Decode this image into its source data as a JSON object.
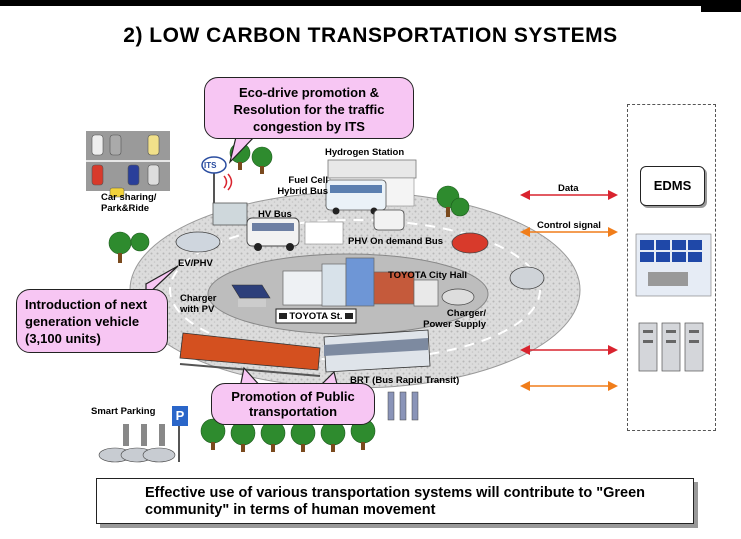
{
  "title": "2) LOW CARBON TRANSPORTATION SYSTEMS",
  "callouts": {
    "its": "Eco-drive promotion & Resolution for the traffic congestion by ITS",
    "vehicle": "Introduction of next generation vehicle (3,100 units)",
    "public": "Promotion of Public transportation"
  },
  "labels": {
    "its_sign": "ITS",
    "car_sharing": "Car sharing/ Park&Ride",
    "fuel_cell_bus": "Fuel Cell Hybrid Bus",
    "hydrogen_station": "Hydrogen Station",
    "hv_bus": "HV Bus",
    "phv_bus": "PHV On demand Bus",
    "ev_phv": "EV/PHV",
    "charger_pv": "Charger with PV",
    "toyota_st": "TOYOTA St.",
    "city_hall": "TOYOTA City Hall",
    "charger_supply": "Charger/ Power Supply",
    "brt": "BRT (Bus Rapid Transit)",
    "smart_parking": "Smart Parking",
    "parking_sign": "P",
    "data": "Data",
    "control_signal": "Control signal",
    "edms": "EDMS"
  },
  "footer": "Effective use of various transportation systems will contribute to \"Green community\" in terms of human movement",
  "colors": {
    "callout_fill": "#f7c6f3",
    "data_arrow": "#d9232e",
    "control_arrow": "#f07d1a",
    "tree": "#2e8b2e"
  }
}
